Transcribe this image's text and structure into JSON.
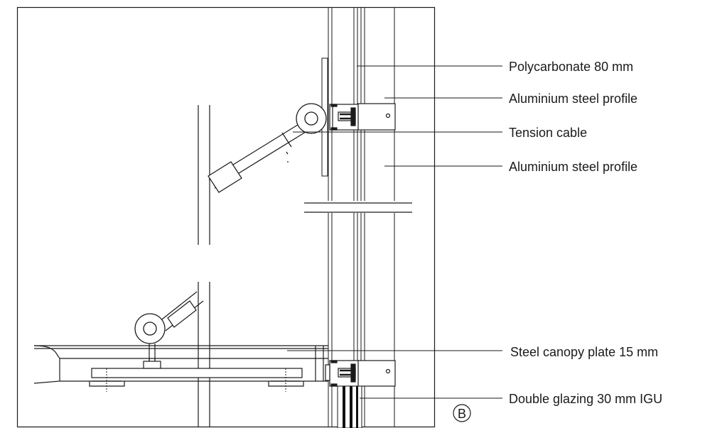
{
  "annotations": [
    {
      "id": "polycarbonate",
      "text": "Polycarbonate 80 mm"
    },
    {
      "id": "alu-profile-1",
      "text": "Aluminium steel profile"
    },
    {
      "id": "tension-cable",
      "text": "Tension cable"
    },
    {
      "id": "alu-profile-2",
      "text": "Aluminium steel profile"
    },
    {
      "id": "canopy-plate",
      "text": "Steel canopy plate 15 mm"
    },
    {
      "id": "double-glazing",
      "text": "Double glazing 30 mm IGU"
    }
  ],
  "section_marker": {
    "letter": "B"
  }
}
